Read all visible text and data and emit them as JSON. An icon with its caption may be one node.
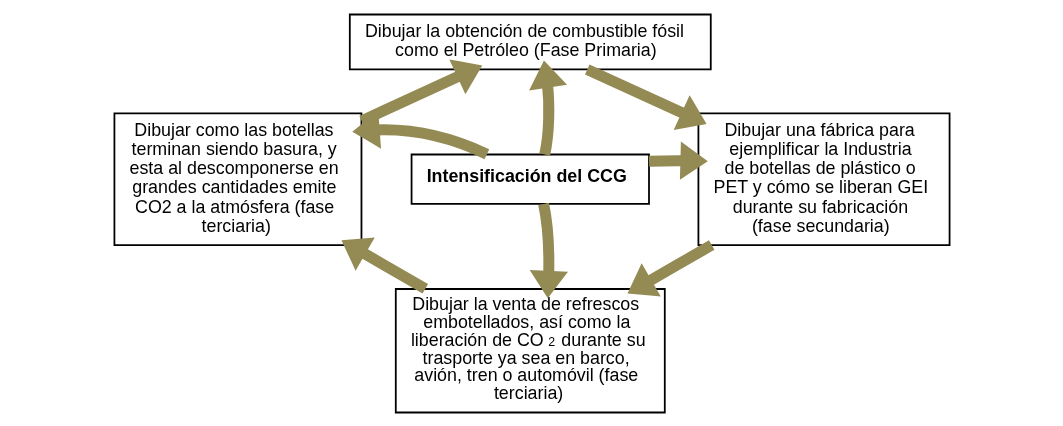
{
  "diagram": {
    "nodes": [
      {
        "text": [
          "Dibujar la obtención de combustible fósil como el Petróleo (Fase Primaria)"
        ]
      },
      {
        "text": [
          "Dibujar como las botellas terminan siendo basura, y esta al descomponerse en grandes cantidades emite CO2 a la atmósfera (fase terciaria)"
        ]
      },
      {
        "text": [
          "Intensificación del CCG"
        ]
      },
      {
        "text": [
          "Dibujar una fábrica para ejemplificar la Industria de botellas de plástico o PET y cómo se liberan GEI durante su fabricación (fase secundaria)"
        ]
      },
      {
        "text": [
          "Dibujar la venta de refrescos embotellados, así como la liberación de CO$_{2}$ durante su trasporte ya sea en barco, avión, tren o automóvil (fase terciaria)"
        ]
      }
    ],
    "edges": [
      {
        "from": 2,
        "to": 0,
        "arrow": "to"
      },
      {
        "from": 2,
        "to": 1,
        "arrow": "to"
      },
      {
        "from": 2,
        "to": 3,
        "arrow": "to"
      },
      {
        "from": 2,
        "to": 4,
        "arrow": "to"
      },
      {
        "from": 0,
        "to": 3,
        "arrow": "to"
      },
      {
        "from": 3,
        "to": 4,
        "arrow": "to"
      },
      {
        "from": 4,
        "to": 1,
        "arrow": "to"
      },
      {
        "from": 1,
        "to": 0,
        "arrow": "to"
      }
    ]
  }
}
